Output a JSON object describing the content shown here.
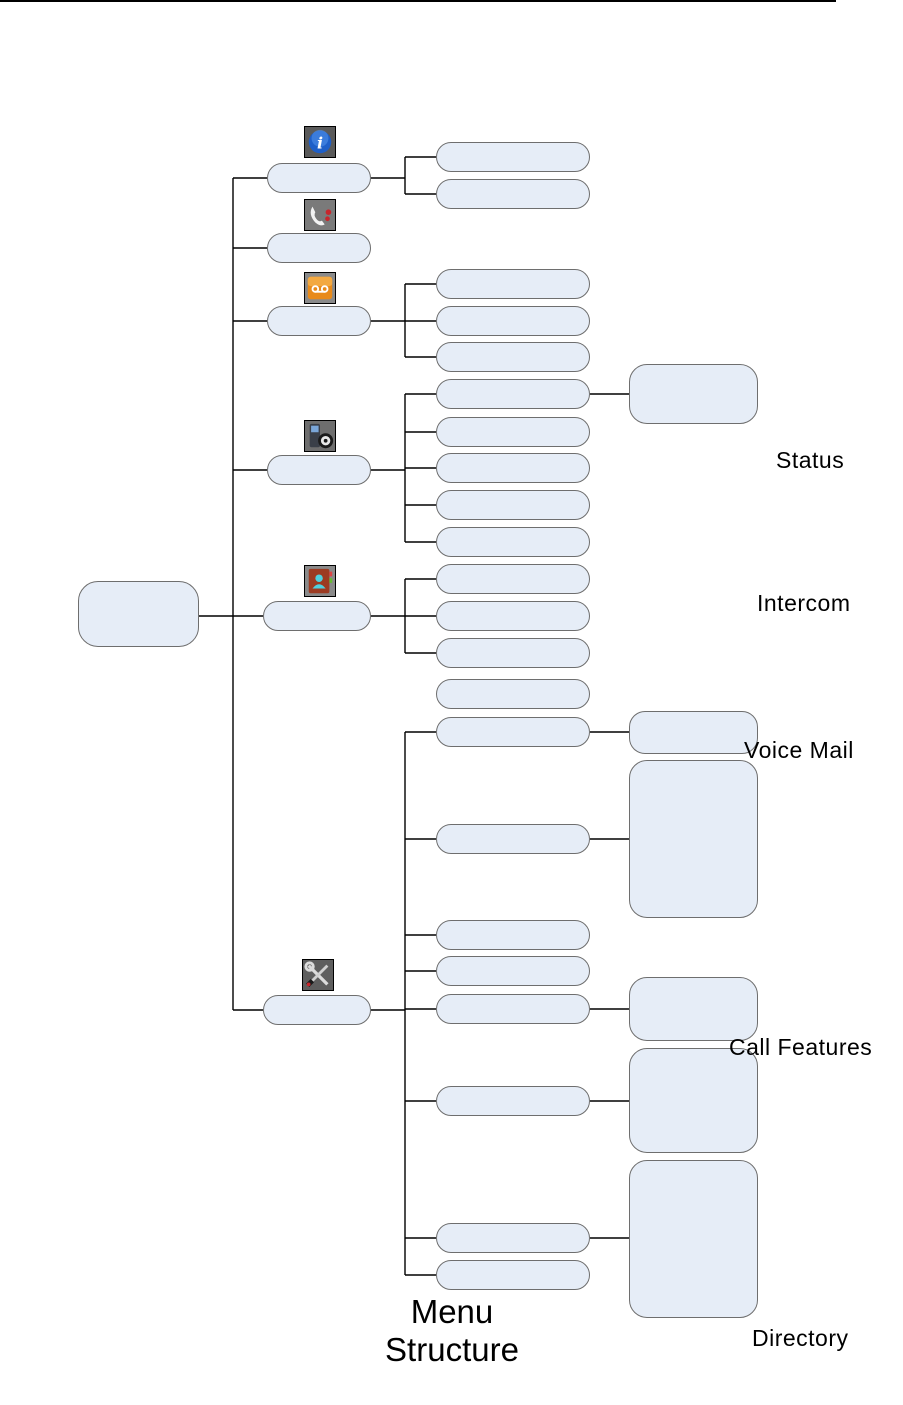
{
  "page": {
    "section_labels": {
      "status": "Status",
      "intercom": "Intercom",
      "voice_mail": "Voice Mail",
      "call_features": "Call Features",
      "directory": "Directory"
    },
    "title": {
      "line1": "Menu",
      "line2": "Structure"
    }
  },
  "diagram": {
    "root": {
      "label": ""
    },
    "branches": [
      {
        "id": "status",
        "icon": "info-icon",
        "label": "",
        "children": [
          "",
          ""
        ]
      },
      {
        "id": "intercom",
        "icon": "intercom-phone-icon",
        "label": "",
        "children": []
      },
      {
        "id": "voice-mail",
        "icon": "voicemail-icon",
        "label": "",
        "children": [
          "",
          "",
          ""
        ]
      },
      {
        "id": "call-features",
        "icon": "phone-settings-icon",
        "label": "",
        "children": [
          "",
          "",
          "",
          "",
          ""
        ],
        "sub": [
          ""
        ]
      },
      {
        "id": "directory",
        "icon": "address-book-icon",
        "label": "",
        "children": [
          "",
          "",
          ""
        ]
      },
      {
        "id": "settings",
        "icon": "tools-icon",
        "label": "",
        "children": [
          "",
          "",
          "",
          "",
          "",
          "",
          "",
          "",
          "",
          ""
        ],
        "sub": [
          "",
          "",
          "",
          "",
          "",
          ""
        ]
      }
    ],
    "colors": {
      "node_fill": "#e6edf7",
      "node_border": "#6e6e6e",
      "line": "#000000"
    }
  }
}
